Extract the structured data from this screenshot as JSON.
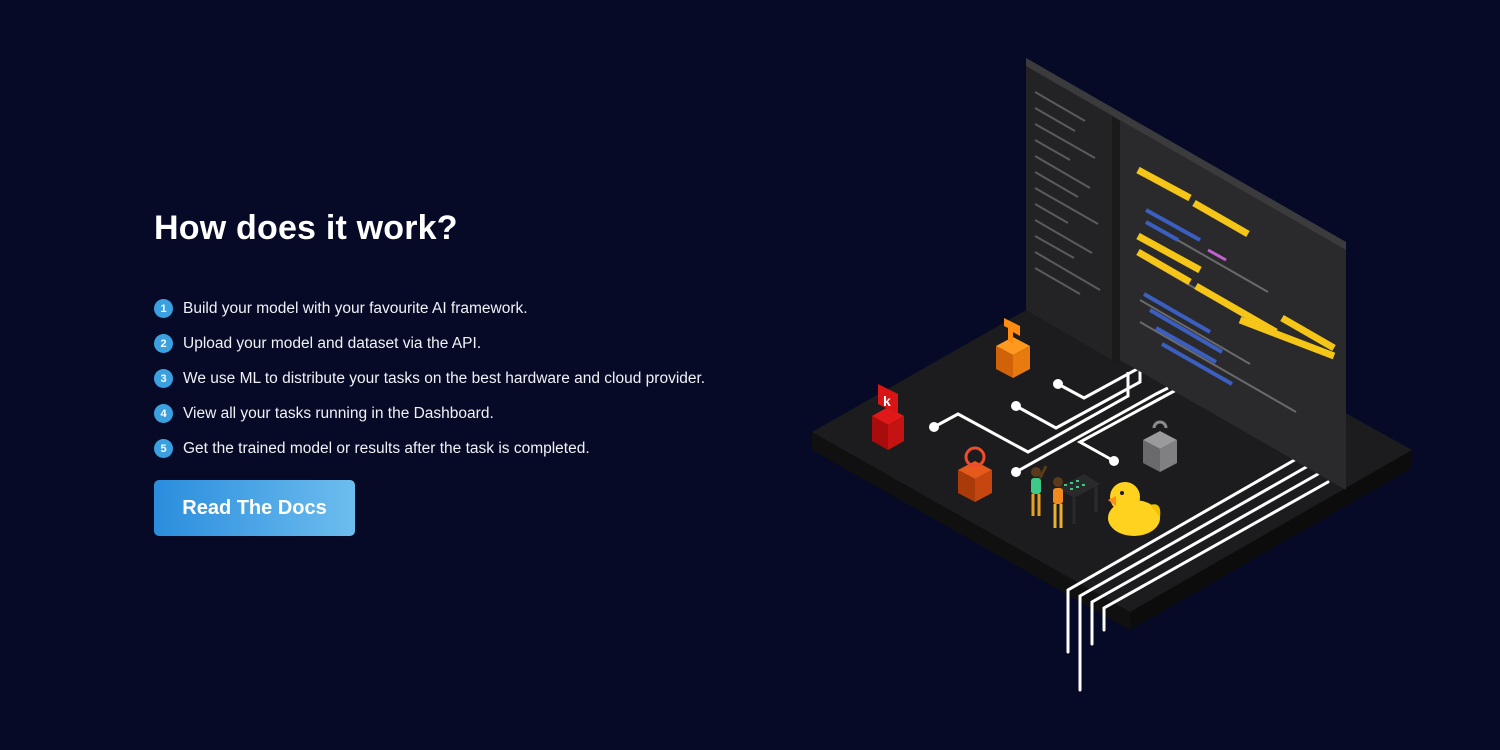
{
  "section": {
    "title": "How does it work?",
    "steps": [
      {
        "number": "1",
        "text": "Build your model with your favourite AI framework."
      },
      {
        "number": "2",
        "text": "Upload your model and dataset via the API."
      },
      {
        "number": "3",
        "text": "We use ML to distribute your tasks on the best hardware and cloud provider."
      },
      {
        "number": "4",
        "text": "View all your tasks running in the Dashboard."
      },
      {
        "number": "5",
        "text": "Get the trained model or results after the task is completed."
      }
    ],
    "cta_label": "Read The Docs"
  },
  "illustration": {
    "badge_letter": "k",
    "colors": {
      "background": "#060a26",
      "accent": "#3aa0e0",
      "code_yellow": "#f5c518",
      "code_blue": "#3b5fc0",
      "platform": "#1c1c1e"
    }
  }
}
